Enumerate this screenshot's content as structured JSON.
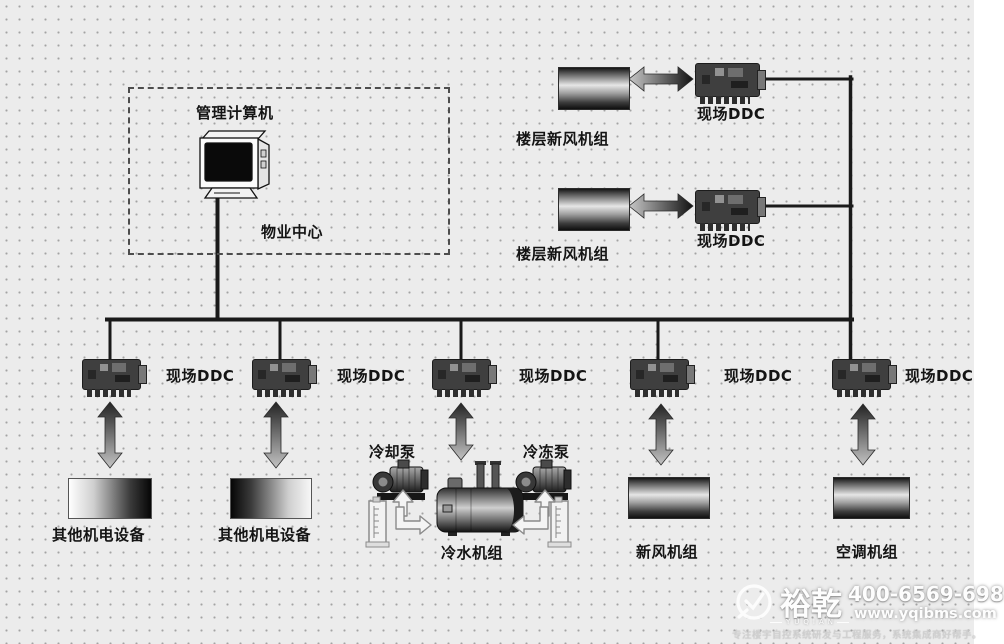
{
  "colors": {
    "background": "#ececec",
    "line": "#1a1a1a",
    "watermark_text": "#ffffff"
  },
  "control_center": {
    "computer_label": "管理计算机",
    "room_label": "物业中心"
  },
  "floor_units": [
    {
      "unit_label": "楼层新风机组",
      "ddc_label": "现场DDC"
    },
    {
      "unit_label": "楼层新风机组",
      "ddc_label": "现场DDC"
    }
  ],
  "bus_ddc_labels": [
    "现场DDC",
    "现场DDC",
    "现场DDC",
    "现场DDC",
    "现场DDC"
  ],
  "equipment": {
    "other_1": "其他机电设备",
    "other_2": "其他机电设备",
    "cooling_pump": "冷却泵",
    "chilled_pump": "冷冻泵",
    "chiller": "冷水机组",
    "fresh_air": "新风机组",
    "air_conditioning": "空调机组"
  },
  "watermark": {
    "brand": "裕乾",
    "brand_latin": "YUQIAN",
    "phone": "400-6569-698",
    "website": "www.yqibms.com",
    "tagline": "专注楼宇自控系统研发与工程服务，系统集成商好帮手。"
  }
}
